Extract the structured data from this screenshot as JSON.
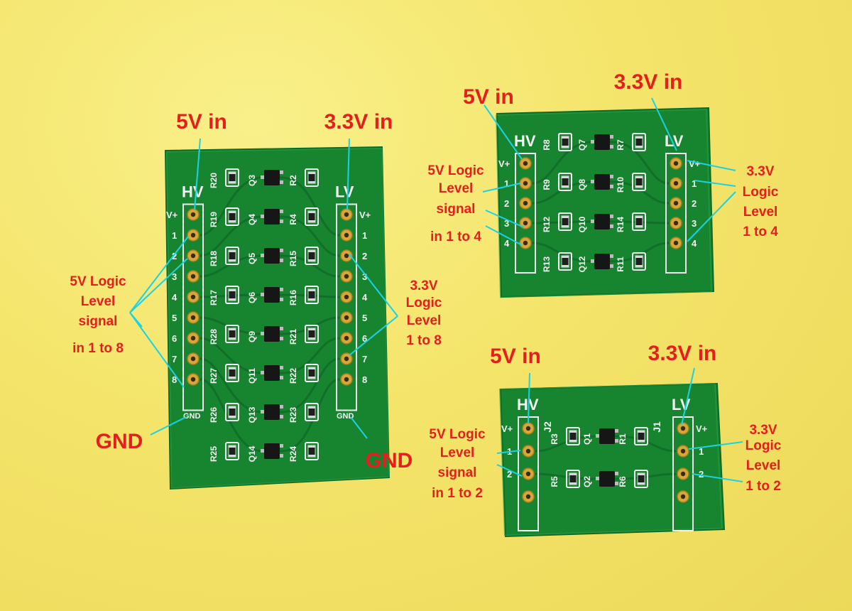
{
  "labels": {
    "board8": {
      "hv_in": "5V in",
      "lv_in": "3.3V in",
      "hv_signal": [
        "5V Logic",
        "Level",
        "signal",
        "in 1 to 8"
      ],
      "lv_signal": [
        "3.3V",
        "Logic",
        "Level",
        "1 to 8"
      ],
      "gnd_left": "GND",
      "gnd_right": "GND"
    },
    "board4": {
      "hv_in": "5V in",
      "lv_in": "3.3V in",
      "hv_signal": [
        "5V Logic",
        "Level",
        "signal",
        "in 1 to 4"
      ],
      "lv_signal": [
        "3.3V",
        "Logic",
        "Level",
        "1 to 4"
      ]
    },
    "board2": {
      "hv_in": "5V in",
      "lv_in": "3.3V in",
      "hv_signal": [
        "5V Logic",
        "Level",
        "signal",
        "in 1 to 2"
      ],
      "lv_signal": [
        "3.3V",
        "Logic",
        "Level",
        "1 to 2"
      ]
    }
  },
  "silkscreen": {
    "hv": "HV",
    "lv": "LV",
    "vplus": "V+",
    "gnd": "GND",
    "j1": "J1",
    "j2": "J2",
    "board8": {
      "pins": [
        "1",
        "2",
        "3",
        "4",
        "5",
        "6",
        "7",
        "8"
      ],
      "left_resistors": [
        "R20",
        "R19",
        "R18",
        "R17",
        "R28",
        "R27",
        "R26",
        "R25"
      ],
      "right_resistors": [
        "R2",
        "R4",
        "R15",
        "R16",
        "R21",
        "R22",
        "R23",
        "R24"
      ],
      "transistors": [
        "Q3",
        "Q4",
        "Q5",
        "Q6",
        "Q9",
        "Q11",
        "Q13",
        "Q14"
      ]
    },
    "board4": {
      "pins": [
        "1",
        "2",
        "3",
        "4"
      ],
      "left_resistors": [
        "R8",
        "R9",
        "R12",
        "R13"
      ],
      "right_resistors": [
        "R7",
        "R10",
        "R14",
        "R11"
      ],
      "transistors": [
        "Q7",
        "Q8",
        "Q10",
        "Q12"
      ]
    },
    "board2": {
      "pins": [
        "1",
        "2"
      ],
      "left_resistors": [
        "R3",
        "R5"
      ],
      "right_resistors": [
        "R1",
        "R6"
      ],
      "transistors": [
        "Q1",
        "Q2"
      ]
    }
  },
  "colors": {
    "background": "#f4e46a",
    "pcb": "#17852f",
    "label": "#e51e1e",
    "leader": "#19d2e6",
    "silk": "#f4f4f4"
  }
}
